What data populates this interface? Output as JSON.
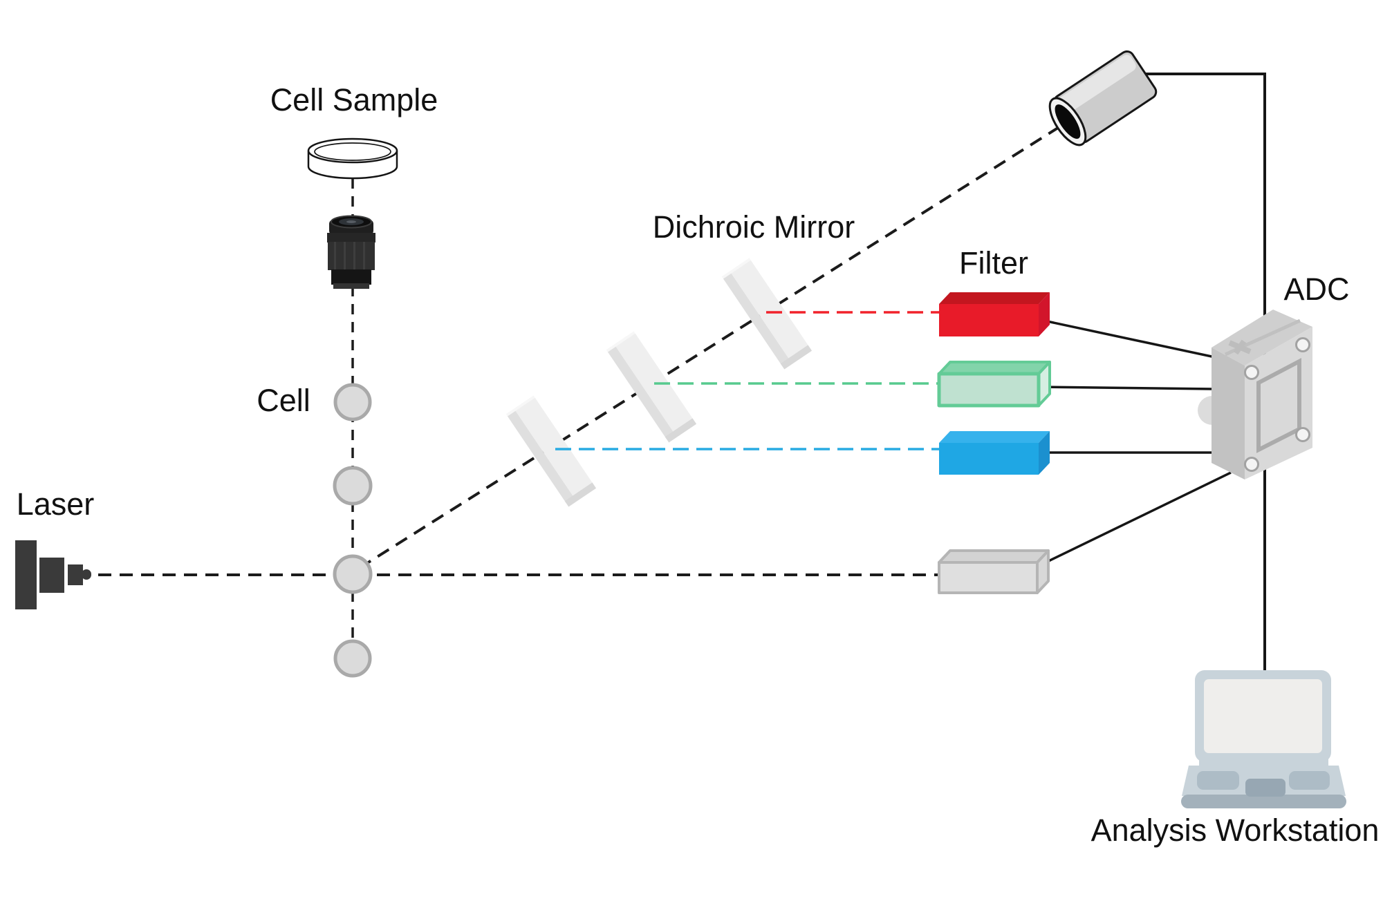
{
  "labels": {
    "cell_sample": "Cell Sample",
    "cell": "Cell",
    "laser": "Laser",
    "dichroic_mirror": "Dichroic Mirror",
    "filter": "Filter",
    "adc": "ADC",
    "analysis_workstation": "Analysis Workstation"
  },
  "colors": {
    "background": "#FFFFFF",
    "line_black": "#161616",
    "beam_black": "#1B1B1B",
    "beam_red": "#F1222B",
    "beam_green": "#57CA8E",
    "beam_blue": "#29ABE2",
    "filter_red_front": "#E81B29",
    "filter_red_top": "#C3161F",
    "filter_red_side": "#D2152B",
    "filter_green_front": "#BFE1D0",
    "filter_green_top": "#82D4AA",
    "filter_green_side": "#D6EEE2",
    "filter_green_stroke": "#63CB96",
    "filter_blue_front": "#1FA7E4",
    "filter_blue_top": "#36B2EC",
    "filter_blue_side": "#1B90CF",
    "filter_gray_front": "#DFDFDF",
    "filter_gray_top": "#D3D3D3",
    "filter_gray_side": "#D8D8D8",
    "filter_gray_stroke": "#B5B5B5",
    "mirror_face": "#EFEFEF",
    "mirror_side": "#DFDFDF",
    "cell_fill": "#DBDBDB",
    "cell_stroke": "#A9A9A9",
    "laser_body": "#3A3A3A",
    "detector_body": "#D2D2D2",
    "adc_front": "#D9D9D9",
    "adc_side": "#C2C2C2",
    "adc_top": "#CFCFCF",
    "laptop_body": "#C8D3DA",
    "laptop_screen": "#EFEEEC",
    "laptop_keys": "#ADBCC6",
    "laptop_pad": "#97A7B3",
    "laptop_base_bar": "#A3B1BB",
    "label_text": "#111111"
  }
}
